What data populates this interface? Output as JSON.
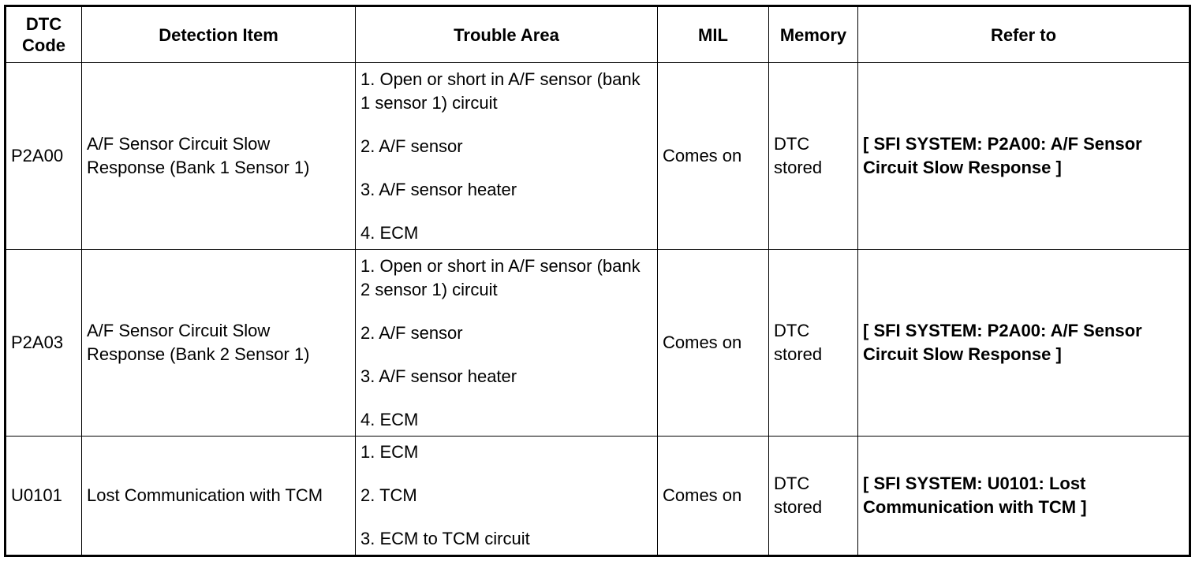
{
  "headers": {
    "code": "DTC Code",
    "detection": "Detection Item",
    "trouble": "Trouble Area",
    "mil": "MIL",
    "memory": "Memory",
    "refer": "Refer to"
  },
  "rows": [
    {
      "code": "P2A00",
      "detection": "A/F Sensor Circuit Slow Response (Bank 1 Sensor 1)",
      "trouble": [
        "1. Open or short in A/F sensor (bank 1 sensor 1) circuit",
        "2. A/F sensor",
        "3. A/F sensor heater",
        "4. ECM"
      ],
      "mil": "Comes on",
      "memory": "DTC stored",
      "refer": "[ SFI SYSTEM: P2A00: A/F Sensor Circuit Slow Response ]"
    },
    {
      "code": "P2A03",
      "detection": "A/F Sensor Circuit Slow Response (Bank 2 Sensor 1)",
      "trouble": [
        "1. Open or short in A/F sensor (bank 2 sensor 1) circuit",
        "2. A/F sensor",
        "3. A/F sensor heater",
        "4. ECM"
      ],
      "mil": "Comes on",
      "memory": "DTC stored",
      "refer": "[ SFI SYSTEM: P2A00: A/F Sensor Circuit Slow Response ]"
    },
    {
      "code": "U0101",
      "detection": "Lost Communication with TCM",
      "trouble": [
        "1. ECM",
        "2. TCM",
        "3. ECM to TCM circuit"
      ],
      "mil": "Comes on",
      "memory": "DTC stored",
      "refer": "[ SFI SYSTEM: U0101: Lost Communication with TCM ]"
    }
  ]
}
